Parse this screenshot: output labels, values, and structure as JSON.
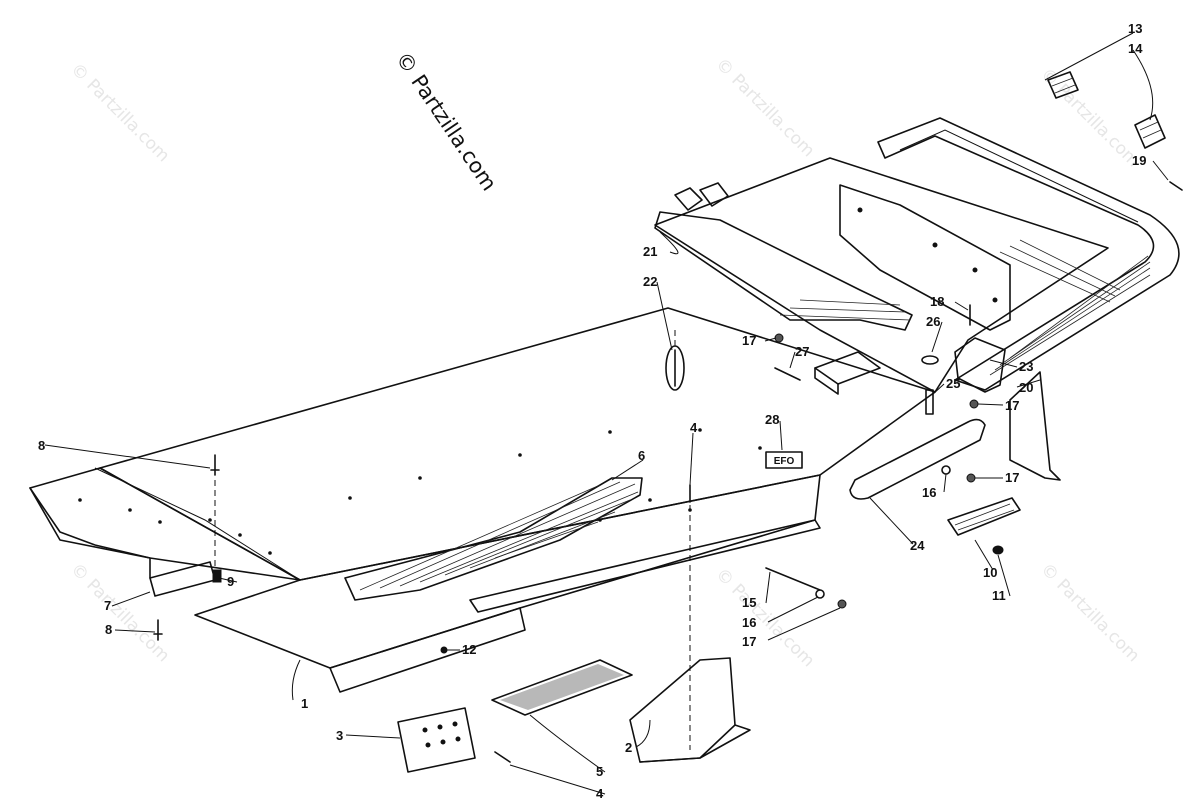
{
  "watermark": {
    "main": "© Partzilla.com",
    "faint": "© Partzilla.com"
  },
  "callouts": [
    {
      "id": "c1",
      "label": "1"
    },
    {
      "id": "c2",
      "label": "2"
    },
    {
      "id": "c3",
      "label": "3"
    },
    {
      "id": "c4a",
      "label": "4"
    },
    {
      "id": "c4b",
      "label": "4"
    },
    {
      "id": "c5",
      "label": "5"
    },
    {
      "id": "c6",
      "label": "6"
    },
    {
      "id": "c7",
      "label": "7"
    },
    {
      "id": "c8a",
      "label": "8"
    },
    {
      "id": "c8b",
      "label": "8"
    },
    {
      "id": "c9",
      "label": "9"
    },
    {
      "id": "c10",
      "label": "10"
    },
    {
      "id": "c11",
      "label": "11"
    },
    {
      "id": "c12",
      "label": "12"
    },
    {
      "id": "c13",
      "label": "13"
    },
    {
      "id": "c14",
      "label": "14"
    },
    {
      "id": "c15",
      "label": "15"
    },
    {
      "id": "c16a",
      "label": "16"
    },
    {
      "id": "c16b",
      "label": "16"
    },
    {
      "id": "c17a",
      "label": "17"
    },
    {
      "id": "c17b",
      "label": "17"
    },
    {
      "id": "c17c",
      "label": "17"
    },
    {
      "id": "c17d",
      "label": "17"
    },
    {
      "id": "c18",
      "label": "18"
    },
    {
      "id": "c19",
      "label": "19"
    },
    {
      "id": "c20",
      "label": "20"
    },
    {
      "id": "c21",
      "label": "21"
    },
    {
      "id": "c22",
      "label": "22"
    },
    {
      "id": "c23",
      "label": "23"
    },
    {
      "id": "c24",
      "label": "24"
    },
    {
      "id": "c25",
      "label": "25"
    },
    {
      "id": "c26",
      "label": "26"
    },
    {
      "id": "c27",
      "label": "27"
    },
    {
      "id": "c28",
      "label": "28"
    }
  ],
  "decal_text": "EFO"
}
